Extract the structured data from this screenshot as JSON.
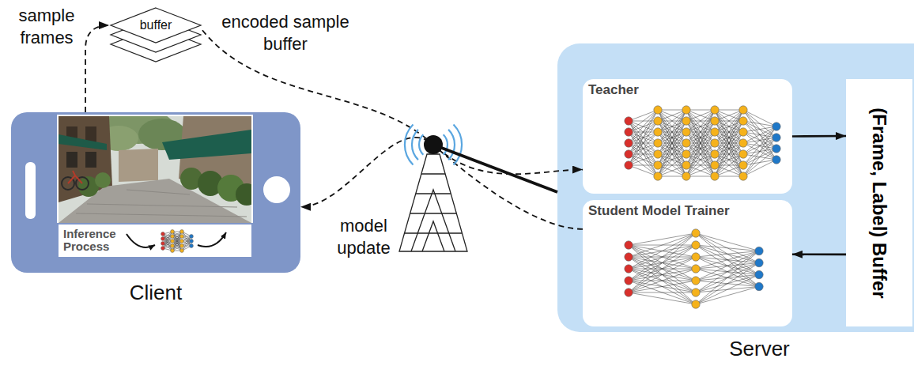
{
  "diagram": {
    "nodes": [
      {
        "text": [
          "Client"
        ]
      },
      {
        "text": [
          "Inference Process"
        ],
        "in": 0
      },
      {
        "text": [
          "buffer"
        ]
      },
      {
        "text": [
          "Server"
        ]
      },
      {
        "text": [
          "Teacher"
        ],
        "in": 3
      },
      {
        "text": [
          "Student Model Trainer"
        ],
        "in": 3
      },
      {
        "text": [
          "(Frame, Label) Buffer"
        ],
        "in": 3
      }
    ],
    "edges": [
      {
        "from": 0,
        "to": 2,
        "arrow": "to",
        "label": "sample frames"
      },
      {
        "from": 2,
        "to": 4,
        "arrow": "to",
        "label": "encoded sample buffer"
      },
      {
        "from": 4,
        "to": 6,
        "arrow": "to"
      },
      {
        "from": 6,
        "to": 5,
        "arrow": "to"
      },
      {
        "from": 5,
        "to": 0,
        "arrow": "to",
        "label": "model update"
      }
    ]
  }
}
